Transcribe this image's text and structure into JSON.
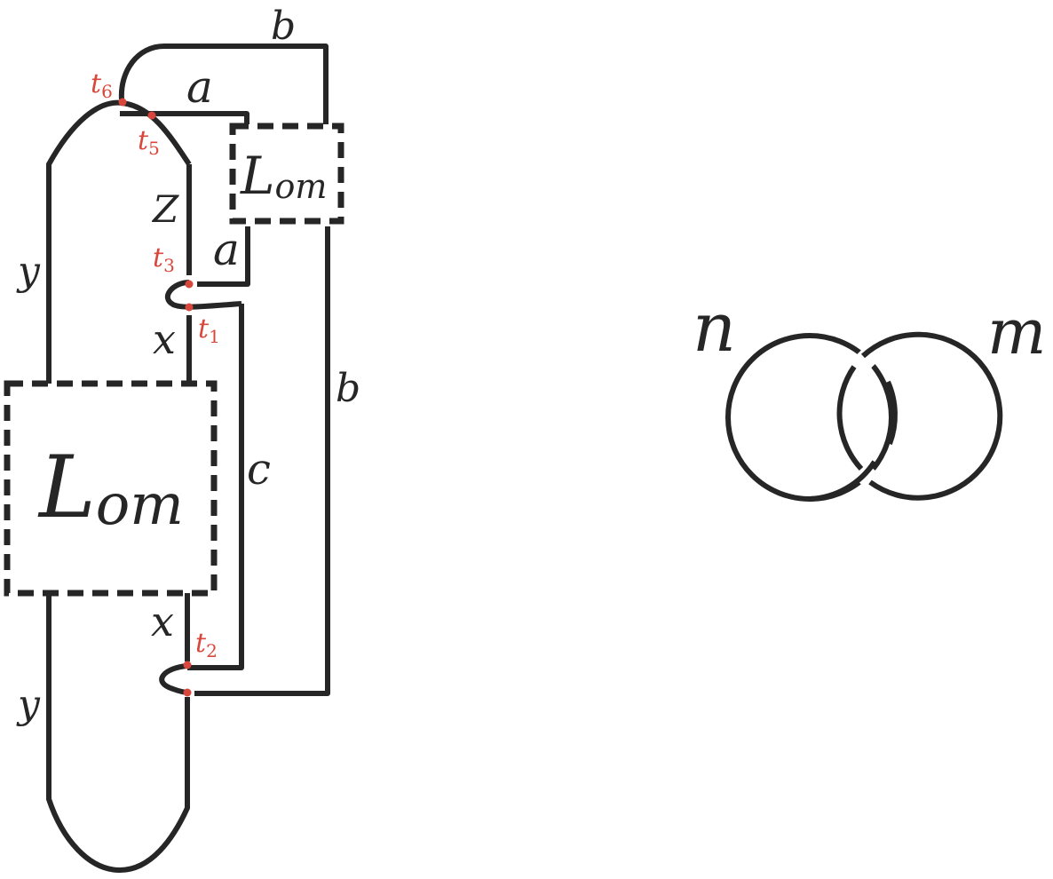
{
  "diagram": {
    "big_box": {
      "label_main": "L",
      "label_sub": "om"
    },
    "small_box": {
      "label_main": "L",
      "label_sub": "om"
    },
    "strand_labels": {
      "b_top": "b",
      "a_top": "a",
      "z": "Z",
      "a_mid": "a",
      "y_upper": "y",
      "x_upper": "x",
      "b_right": "b",
      "c": "c",
      "x_lower": "x",
      "y_lower": "y"
    },
    "crossing_points": {
      "t6": {
        "main": "t",
        "sub": "6"
      },
      "t5": {
        "main": "t",
        "sub": "5"
      },
      "t3": {
        "main": "t",
        "sub": "3"
      },
      "t1": {
        "main": "t",
        "sub": "1"
      },
      "t2": {
        "main": "t",
        "sub": "2"
      }
    },
    "hopf_link": {
      "left_label": "n",
      "right_label": "m"
    },
    "colors": {
      "ink": "#262626",
      "marker": "#d9473c"
    }
  }
}
